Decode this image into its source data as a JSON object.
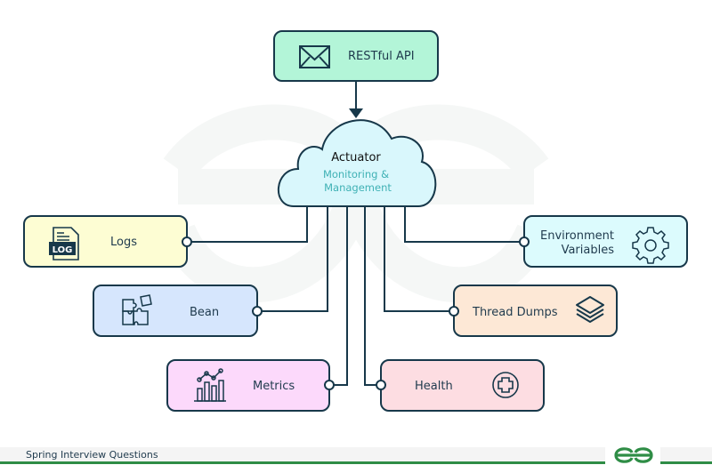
{
  "diagram": {
    "top_node": {
      "label": "RESTful API",
      "icon": "envelope-icon",
      "fill": "#b3f5d8"
    },
    "center_node": {
      "title": "Actuator",
      "subtitle_line1": "Monitoring &",
      "subtitle_line2": "Management",
      "fill": "#d9f7fc",
      "subtitle_color": "#3fb1b5"
    },
    "nodes": [
      {
        "id": "logs",
        "label": "Logs",
        "icon": "log-file-icon",
        "fill": "#fdfdd3"
      },
      {
        "id": "bean",
        "label": "Bean",
        "icon": "puzzle-icon",
        "fill": "#d6e6fd"
      },
      {
        "id": "metrics",
        "label": "Metrics",
        "icon": "bar-chart-icon",
        "fill": "#fcd9fb"
      },
      {
        "id": "health",
        "label": "Health",
        "icon": "medical-cross-icon",
        "fill": "#fddde2"
      },
      {
        "id": "thread-dumps",
        "label": "Thread Dumps",
        "icon": "layers-icon",
        "fill": "#fde8d6"
      },
      {
        "id": "env",
        "label_line1": "Environment",
        "label_line2": "Variables",
        "icon": "gear-icon",
        "fill": "#dcfbfd"
      }
    ],
    "edges": [
      {
        "from": "RESTful API",
        "to": "Actuator",
        "type": "arrow"
      },
      {
        "from": "Actuator",
        "to": "Logs"
      },
      {
        "from": "Actuator",
        "to": "Bean"
      },
      {
        "from": "Actuator",
        "to": "Metrics"
      },
      {
        "from": "Actuator",
        "to": "Health"
      },
      {
        "from": "Actuator",
        "to": "Thread Dumps"
      },
      {
        "from": "Actuator",
        "to": "Environment Variables"
      }
    ],
    "stroke_color": "#17384a"
  },
  "footer": {
    "title": "Spring Interview Questions",
    "logo": "gfg-logo-icon",
    "accent": "#2f8d46"
  },
  "log_icon_text": "LOG"
}
